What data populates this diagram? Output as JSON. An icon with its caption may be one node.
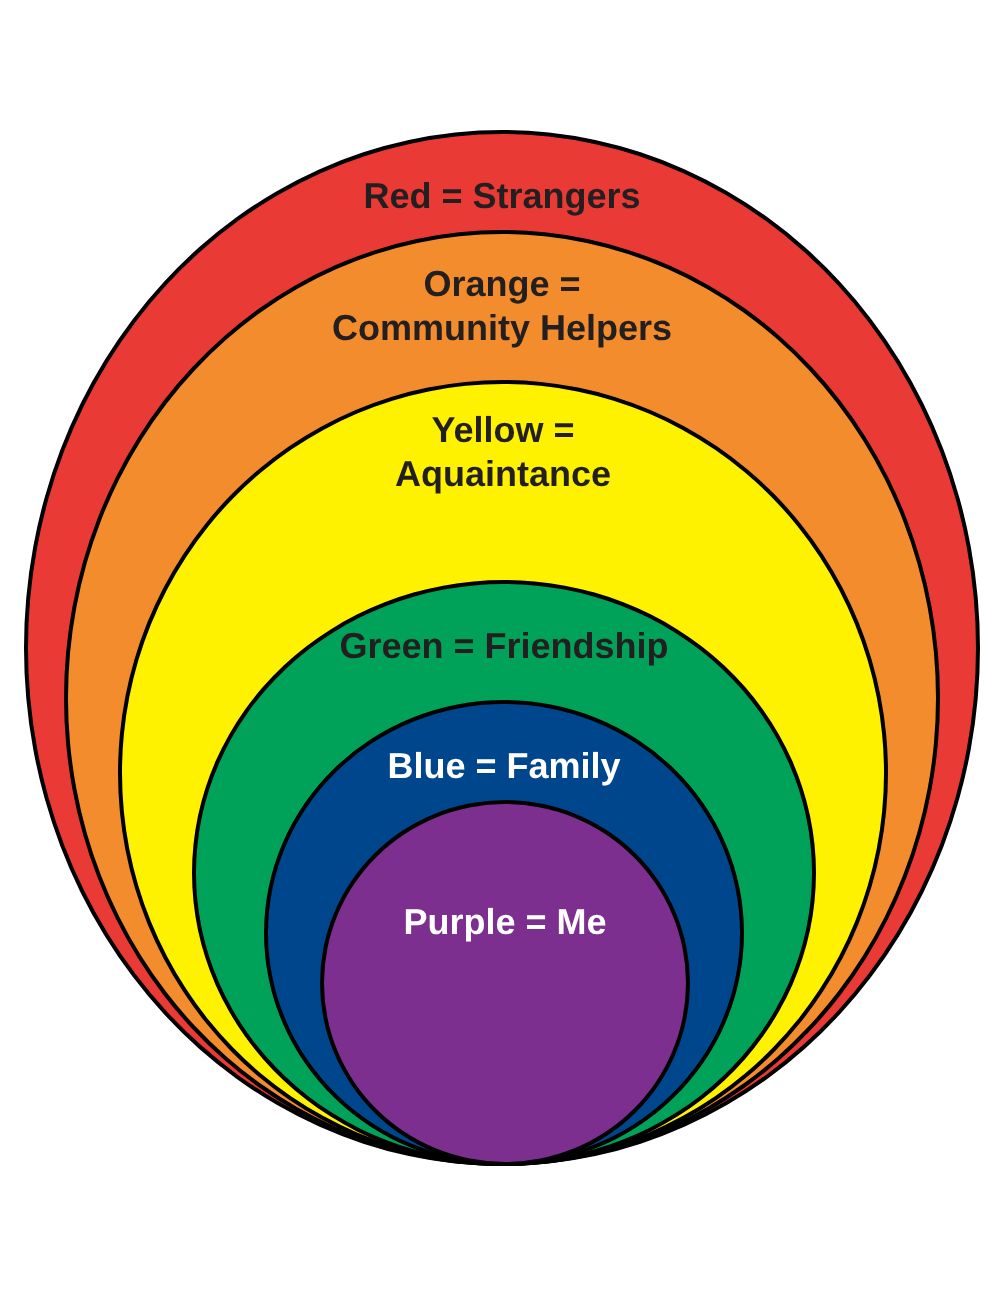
{
  "diagram": {
    "nodes": [
      {
        "text": [
          "Red = Strangers"
        ]
      },
      {
        "text": [
          "Orange = Community Helpers"
        ],
        "in": 0
      },
      {
        "text": [
          "Yellow = Aquaintance"
        ],
        "in": 1
      },
      {
        "text": [
          "Green = Friendship"
        ],
        "in": 2
      },
      {
        "text": [
          "Blue = Family"
        ],
        "in": 3
      },
      {
        "text": [
          "Purple = Me"
        ],
        "in": 4
      }
    ],
    "edges": []
  }
}
